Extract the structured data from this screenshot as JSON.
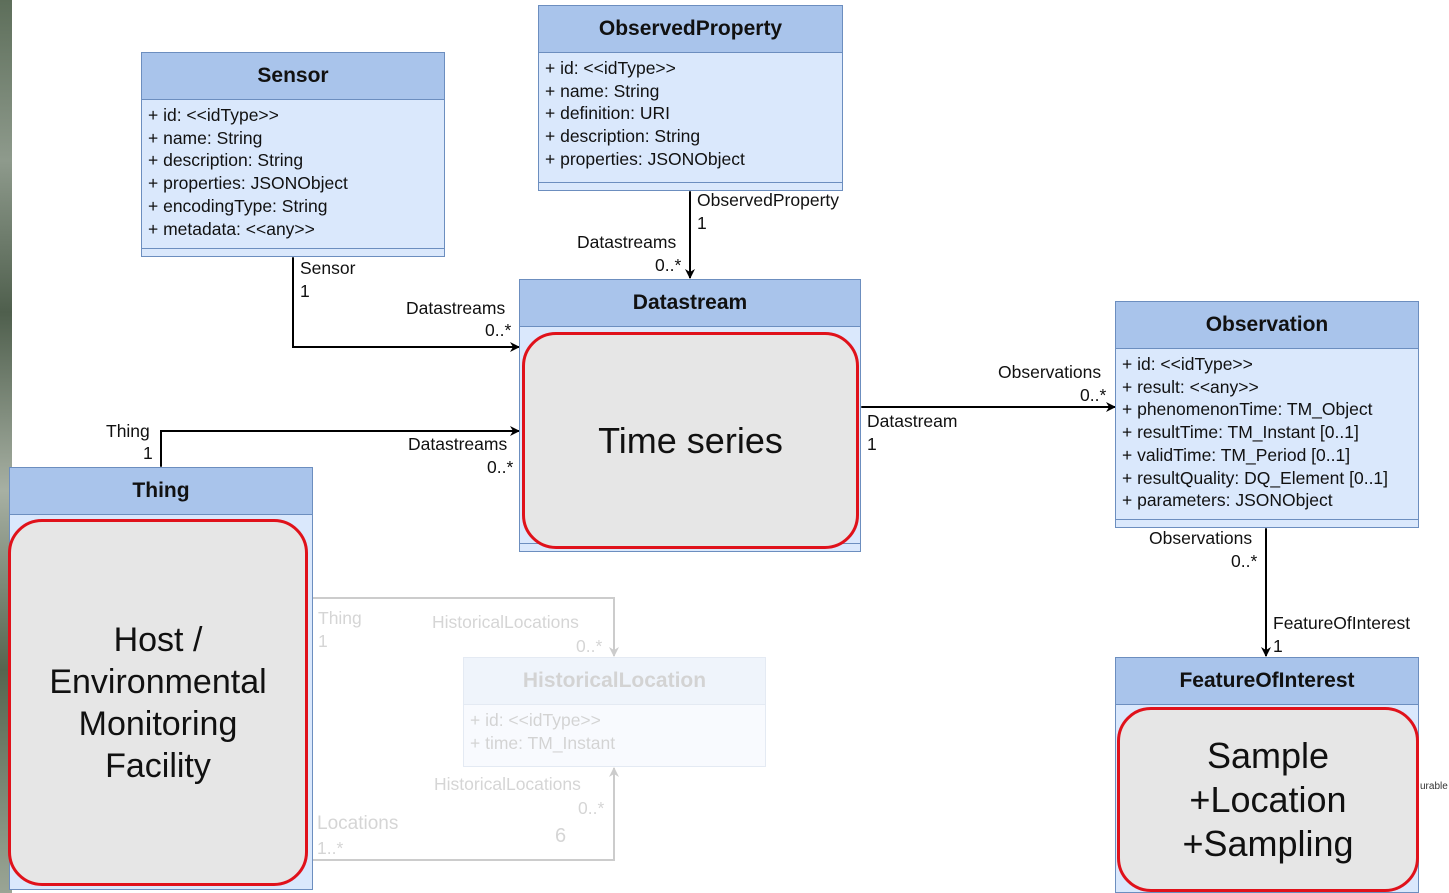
{
  "classes": {
    "sensor": {
      "name": "Sensor",
      "attributes": [
        "+ id: <<idType>>",
        "+ name: String",
        "+ description: String",
        "+ properties: JSONObject",
        "+ encodingType: String",
        "+ metadata: <<any>>"
      ]
    },
    "observed_property": {
      "name": "ObservedProperty",
      "attributes": [
        "+ id: <<idType>>",
        "+ name: String",
        "+ definition: URI",
        "+ description: String",
        "+ properties: JSONObject"
      ]
    },
    "datastream": {
      "name": "Datastream"
    },
    "observation": {
      "name": "Observation",
      "attributes": [
        "+ id: <<idType>>",
        "+ result: <<any>>",
        "+ phenomenonTime: TM_Object",
        "+ resultTime: TM_Instant [0..1]",
        "+ validTime: TM_Period [0..1]",
        "+ resultQuality: DQ_Element [0..1]",
        "+ parameters: JSONObject"
      ]
    },
    "thing": {
      "name": "Thing"
    },
    "historical_location": {
      "name": "HistoricalLocation",
      "attributes": [
        "+ id: <<idType>>",
        "+ time: TM_Instant"
      ]
    },
    "feature_of_interest": {
      "name": "FeatureOfInterest"
    }
  },
  "overlays": {
    "time_series": "Time series",
    "host": "Host /\nEnvironmental\nMonitoring\nFacility",
    "sample": "Sample\n+Location\n+Sampling"
  },
  "labels": {
    "op_role": "ObservedProperty",
    "op_mult": "1",
    "ds_op_role": "Datastreams",
    "ds_op_mult": "0..*",
    "sensor_role": "Sensor",
    "sensor_mult": "1",
    "ds_sensor_role": "Datastreams",
    "ds_sensor_mult": "0..*",
    "thing_role": "Thing",
    "thing_mult": "1",
    "ds_thing_role": "Datastreams",
    "ds_thing_mult": "0..*",
    "obs_role": "Observations",
    "obs_mult": "0..*",
    "ds_obs_role": "Datastream",
    "ds_obs_mult": "1",
    "obs_foi_role": "Observations",
    "obs_foi_mult": "0..*",
    "foi_role": "FeatureOfInterest",
    "foi_mult": "1",
    "hl_thing_role": "Thing",
    "hl_thing_mult": "1",
    "hl_role_top": "HistoricalLocations",
    "hl_mult_top": "0..*",
    "hl_role_bottom": "HistoricalLocations",
    "hl_mult_bottom": "0..*",
    "locations_role": "Locations",
    "locations_mult": "1..*",
    "faded_number": "6",
    "cut_text": "urable"
  }
}
